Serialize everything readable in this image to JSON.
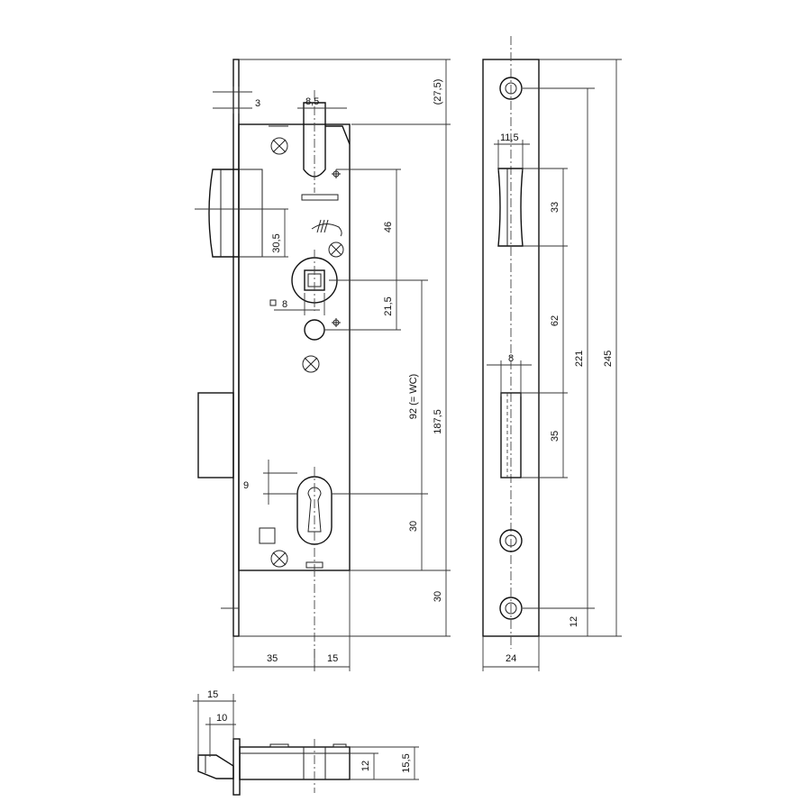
{
  "dimensions": {
    "forend_thickness": "3",
    "latch_width": "8,5",
    "top_offset": "(27,5)",
    "follower_to_latch": "46",
    "deadbolt_offset": "30,5",
    "spindle_to_wc": "21,5",
    "spindle_square": "8",
    "spindle_to_cylinder": "92 (= WC)",
    "total_forend_height": "187,5",
    "cylinder_offset": "9",
    "cylinder_to_bottom": "30",
    "bottom_margin": "30",
    "backset": "35",
    "case_half": "15",
    "strike_latch_width": "11,5",
    "strike_latch_height": "33",
    "strike_spacing": "62",
    "strike_hole_spacing": "221",
    "strike_total_height": "245",
    "strike_bolt_width": "8",
    "strike_bolt_height": "35",
    "strike_bottom_hole": "12",
    "strike_width": "24",
    "side_width_outer": "15",
    "side_width_inner": "10",
    "side_height_inner": "12",
    "side_height_outer": "15,5"
  },
  "colors": {
    "line": "#222222",
    "background": "#ffffff"
  }
}
